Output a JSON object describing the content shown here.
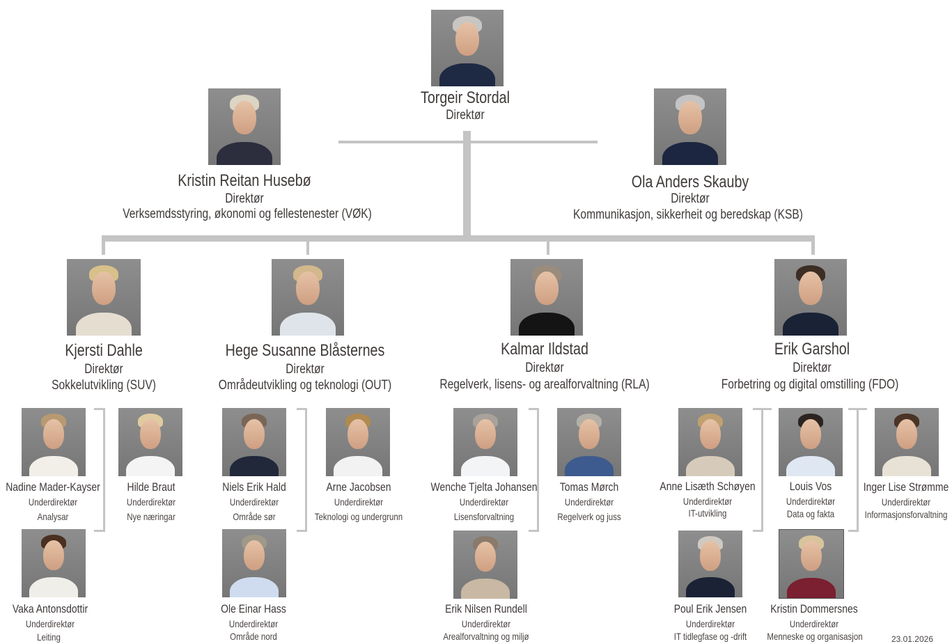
{
  "director": {
    "name": "Torgeir Stordal",
    "title": "Direktør"
  },
  "staff": [
    {
      "name": "Kristin Reitan Husebø",
      "title": "Direktør",
      "dept": "Verksemdsstyring, økonomi og fellestenester (VØK)"
    },
    {
      "name": "Ola Anders Skauby",
      "title": "Direktør",
      "dept": "Kommunikasjon, sikkerheit og beredskap (KSB)"
    }
  ],
  "divisions": [
    {
      "name": "Kjersti Dahle",
      "title": "Direktør",
      "dept": "Sokkelutvikling (SUV)"
    },
    {
      "name": "Hege Susanne Blåsternes",
      "title": "Direktør",
      "dept": "Områdeutvikling og teknologi (OUT)"
    },
    {
      "name": "Kalmar Ildstad",
      "title": "Direktør",
      "dept": "Regelverk, lisens- og arealforvaltning (RLA)"
    },
    {
      "name": "Erik Garshol",
      "title": "Direktør",
      "dept": "Forbetring og digital omstilling (FDO)"
    }
  ],
  "subs": [
    {
      "name": "Nadine Mader-Kayser",
      "title": "Underdirektør",
      "dept": "Analysar"
    },
    {
      "name": "Hilde Braut",
      "title": "Underdirektør",
      "dept": "Nye næringar"
    },
    {
      "name": "Vaka Antonsdottir",
      "title": "Underdirektør",
      "dept": "Leiting"
    },
    {
      "name": "Niels Erik Hald",
      "title": "Underdirektør",
      "dept": "Område sør"
    },
    {
      "name": "Arne Jacobsen",
      "title": "Underdirektør",
      "dept": "Teknologi og undergrunn"
    },
    {
      "name": "Ole Einar Hass",
      "title": "Underdirektør",
      "dept": "Område nord"
    },
    {
      "name": "Wenche Tjelta Johansen",
      "title": "Underdirektør",
      "dept": "Lisensforvaltning"
    },
    {
      "name": "Tomas Mørch",
      "title": "Underdirektør",
      "dept": "Regelverk og juss"
    },
    {
      "name": "Erik Nilsen Rundell",
      "title": "Underdirektør",
      "dept": "Arealforvaltning og miljø"
    },
    {
      "name": "Anne Lisæth Schøyen",
      "title": "Underdirektør",
      "dept": "IT-utvikling"
    },
    {
      "name": "Louis Vos",
      "title": "Underdirektør",
      "dept": "Data og fakta"
    },
    {
      "name": "Inger Lise Strømme",
      "title": "Underdirektør",
      "dept": "Informasjonsforvaltning"
    },
    {
      "name": "Poul Erik Jensen",
      "title": "Underdirektør",
      "dept": "IT tidlegfase og -drift"
    },
    {
      "name": "Kristin Dommersnes",
      "title": "Underdirektør",
      "dept": "Menneske og organisasjon"
    }
  ],
  "date": "23.01.2026",
  "colors": {
    "connector": "#c4c4c4",
    "text": "#3f3a38",
    "photo_bg": "#808080"
  }
}
